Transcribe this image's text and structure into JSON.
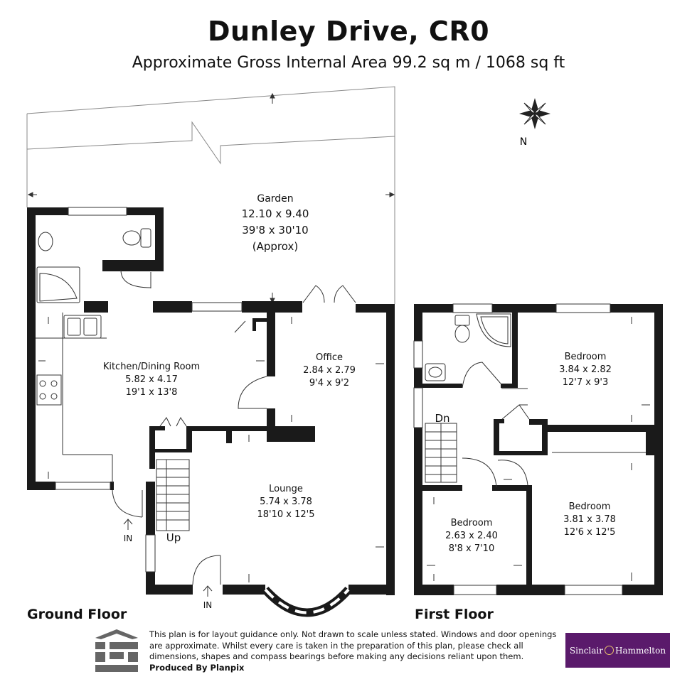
{
  "header": {
    "title": "Dunley Drive, CR0",
    "subtitle": "Approximate Gross Internal Area 99.2 sq m / 1068 sq ft"
  },
  "compass": {
    "label": "N"
  },
  "rooms": {
    "garden": {
      "name": "Garden",
      "metric": "12.10 x 9.40",
      "imperial": "39'8 x 30'10",
      "note": "(Approx)"
    },
    "kitchen": {
      "name": "Kitchen/Dining Room",
      "metric": "5.82 x 4.17",
      "imperial": "19'1 x 13'8"
    },
    "office": {
      "name": "Office",
      "metric": "2.84 x 2.79",
      "imperial": "9'4 x 9'2"
    },
    "lounge": {
      "name": "Lounge",
      "metric": "5.74 x 3.78",
      "imperial": "18'10 x 12'5"
    },
    "bedroom1": {
      "name": "Bedroom",
      "metric": "3.84 x 2.82",
      "imperial": "12'7 x 9'3"
    },
    "bedroom2": {
      "name": "Bedroom",
      "metric": "3.81 x 3.78",
      "imperial": "12'6 x 12'5"
    },
    "bedroom3": {
      "name": "Bedroom",
      "metric": "2.63 x 2.40",
      "imperial": "8'8 x 7'10"
    }
  },
  "markers": {
    "entrance_side": "IN",
    "entrance_front": "IN",
    "stairs_up": "Up",
    "stairs_down": "Dn"
  },
  "floors": {
    "ground": "Ground Floor",
    "first": "First Floor"
  },
  "footer": {
    "disclaimer": "This plan is for layout guidance only. Not drawn to scale unless stated. Windows and door openings are approximate. Whilst every care is taken in the preparation of this plan, please check all dimensions, shapes and compass bearings before making any decisions reliant upon them.",
    "produced_by": "Produced By Planpix",
    "brand_left": "Sinclair",
    "brand_right": "Hammelton"
  }
}
